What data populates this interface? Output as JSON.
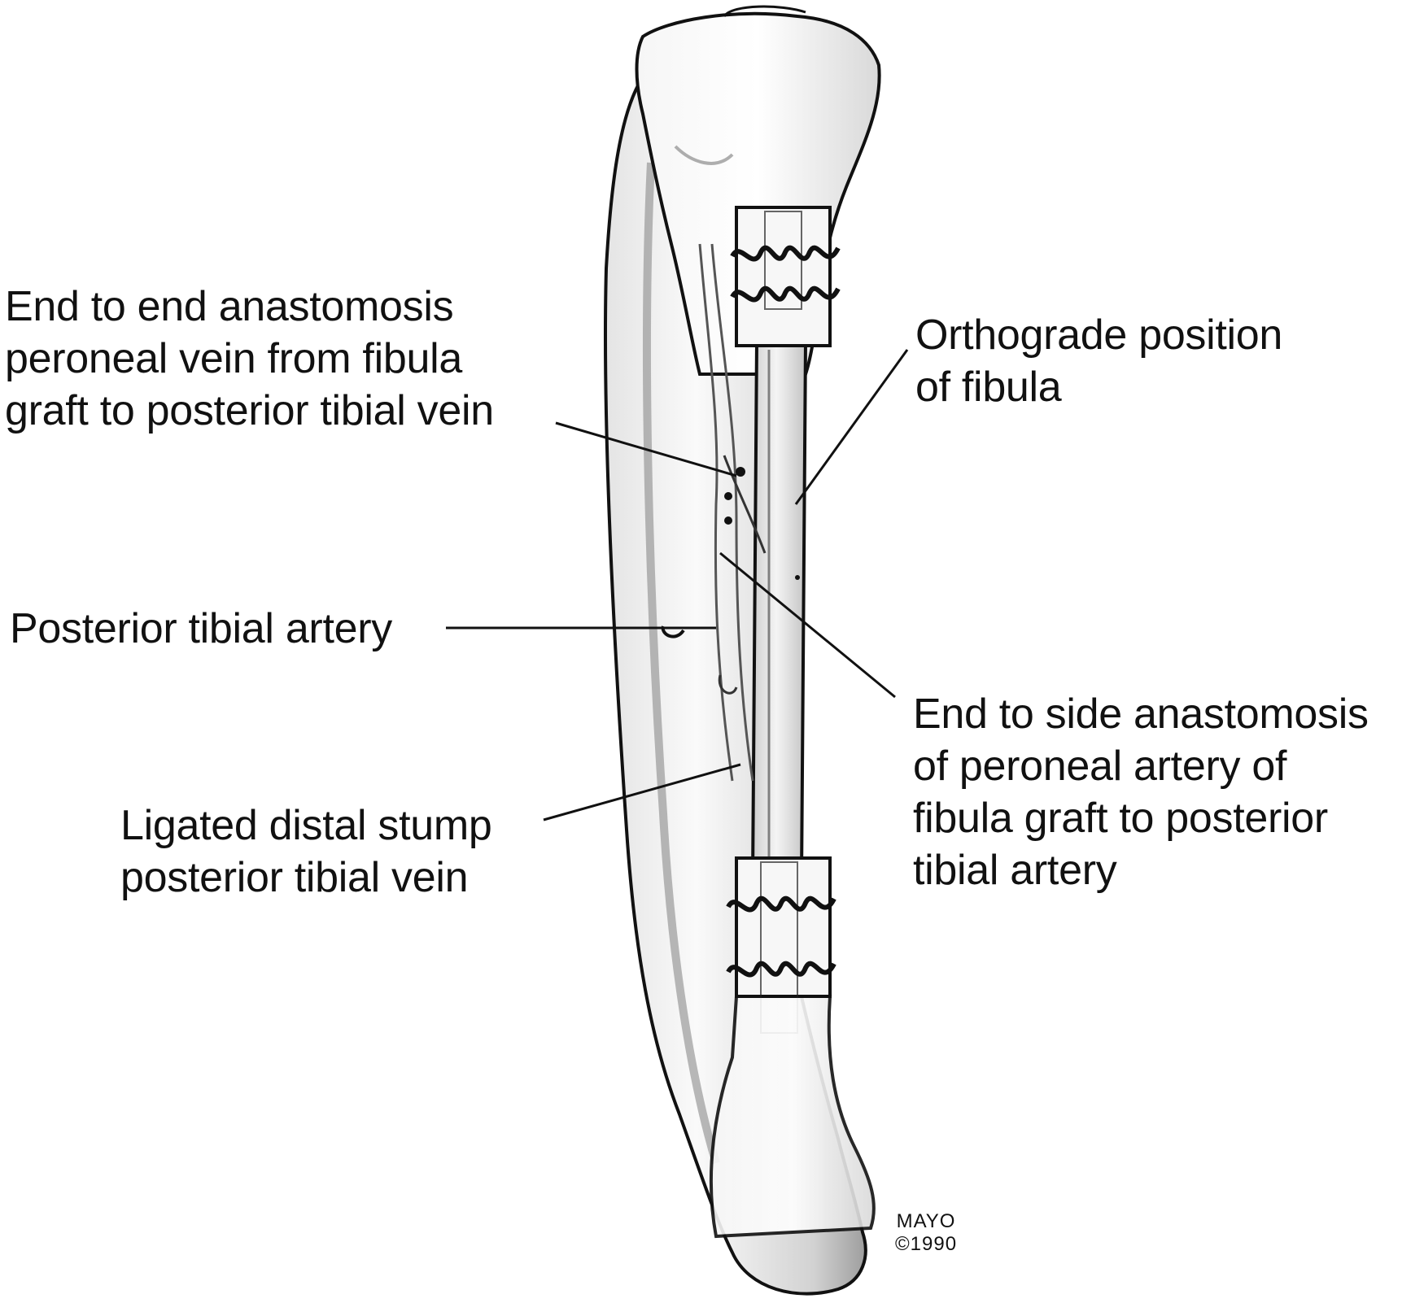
{
  "labels": {
    "end_to_end": {
      "lines": [
        "End to end anastomosis",
        "peroneal vein from fibula",
        "graft to posterior tibial vein"
      ]
    },
    "orthograde": {
      "lines": [
        "Orthograde position",
        "of fibula"
      ]
    },
    "posterior_tibial_artery": {
      "lines": [
        "Posterior tibial artery"
      ]
    },
    "end_to_side": {
      "lines": [
        "End to side anastomosis",
        "of peroneal artery of",
        "fibula graft to posterior",
        "tibial artery"
      ]
    },
    "ligated_stump": {
      "lines": [
        "Ligated distal stump",
        "posterior tibial vein"
      ]
    }
  },
  "credit": {
    "line1": "MAYO",
    "line2": "©1990"
  },
  "colors": {
    "ink": "#111111",
    "bone_fill": "#f3f3f3",
    "bone_shade": "#bdbdbd",
    "background": "#ffffff"
  }
}
